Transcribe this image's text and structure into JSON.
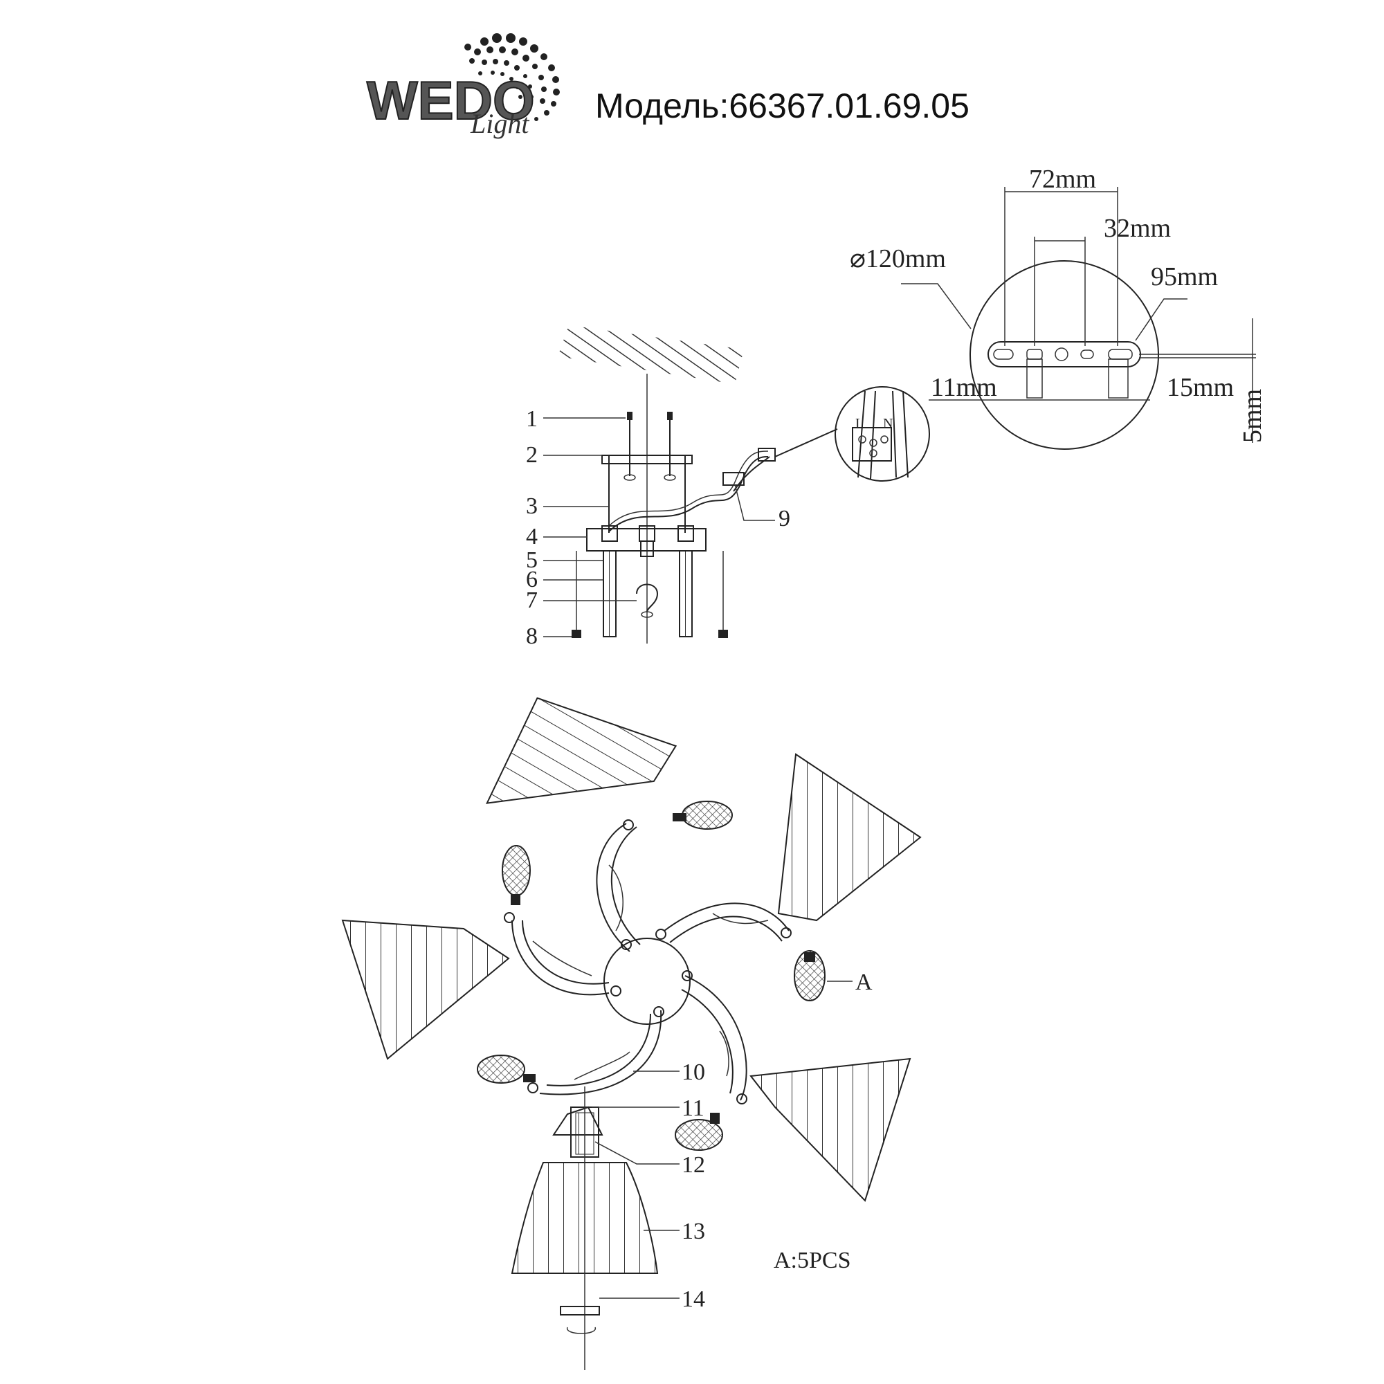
{
  "header": {
    "logo_main": "WEDO",
    "logo_script": "Light",
    "model_label": "Модель:66367.01.69.05"
  },
  "plate_dims": {
    "d72": "72mm",
    "d32": "32mm",
    "d120": "⌀120mm",
    "d95": "95mm",
    "d11": "11mm",
    "d15": "15mm",
    "d5": "5mm"
  },
  "terminal": {
    "L": "L",
    "N": "N"
  },
  "parts": [
    "1",
    "2",
    "3",
    "4",
    "5",
    "6",
    "7",
    "8",
    "9",
    "10",
    "11",
    "12",
    "13",
    "14"
  ],
  "callout_A": "A",
  "note_A": "A:5PCS"
}
